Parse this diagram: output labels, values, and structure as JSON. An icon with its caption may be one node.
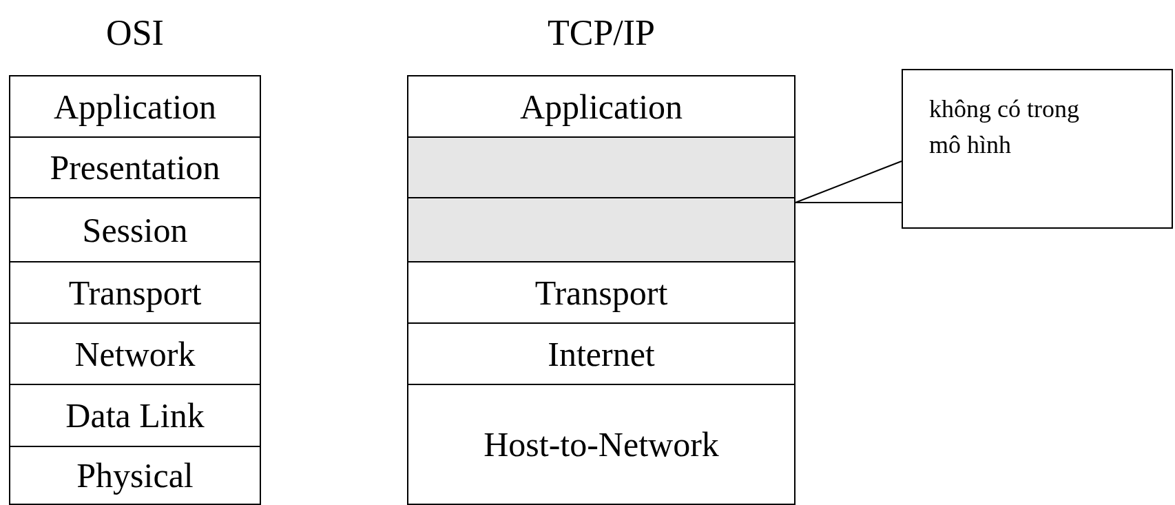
{
  "diagram": {
    "nodes": [
      {
        "text": [
          "Application"
        ]
      },
      {
        "text": [
          "Presentation"
        ]
      },
      {
        "text": [
          "Session"
        ]
      },
      {
        "text": [
          "Transport"
        ]
      },
      {
        "text": [
          "Network"
        ]
      },
      {
        "text": [
          "Data Link"
        ]
      },
      {
        "text": [
          "Physical"
        ]
      },
      {
        "text": [
          "Application"
        ]
      },
      {
        "text": [],
        "shape": "box"
      },
      {
        "text": [],
        "shape": "box"
      },
      {
        "text": [
          "Transport"
        ]
      },
      {
        "text": [
          "Internet"
        ]
      },
      {
        "text": [
          "Host-to-Network"
        ]
      },
      {
        "text": [
          "không có trong mô hình"
        ]
      }
    ],
    "edges": [
      {
        "from": 13,
        "to": 9,
        "arrow": "none"
      }
    ],
    "labels": [
      "OSI",
      "TCP/IP"
    ]
  }
}
